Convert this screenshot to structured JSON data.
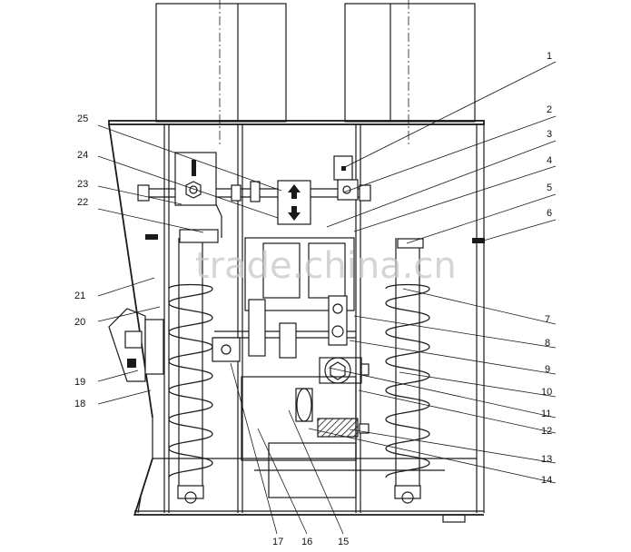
{
  "watermark": "trade.china.cn",
  "callouts": [
    "1",
    "2",
    "3",
    "4",
    "5",
    "6",
    "7",
    "8",
    "9",
    "10",
    "11",
    "12",
    "13",
    "14",
    "15",
    "16",
    "17",
    "18",
    "19",
    "20",
    "21",
    "22",
    "23",
    "24",
    "25"
  ],
  "icons": {
    "close_indicator": "close-symbol-I",
    "updown_indicator": "up-down-arrow-symbol"
  }
}
